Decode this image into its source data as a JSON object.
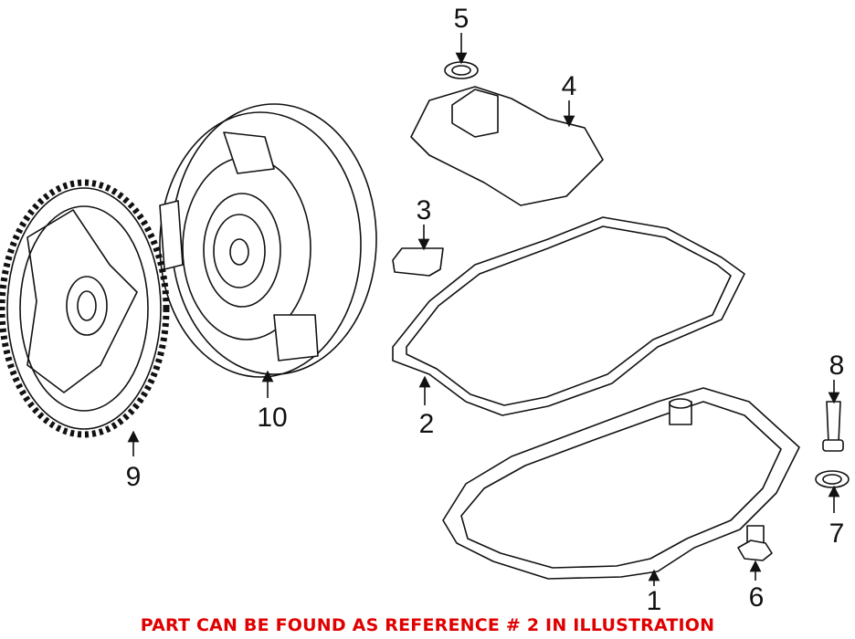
{
  "diagram": {
    "callouts": {
      "c1": "1",
      "c2": "2",
      "c3": "3",
      "c4": "4",
      "c5": "5",
      "c6": "6",
      "c7": "7",
      "c8": "8",
      "c9": "9",
      "c10": "10"
    },
    "caption": "PART CAN BE FOUND AS REFERENCE # 2 IN ILLUSTRATION",
    "caption_color": "#e00000"
  }
}
